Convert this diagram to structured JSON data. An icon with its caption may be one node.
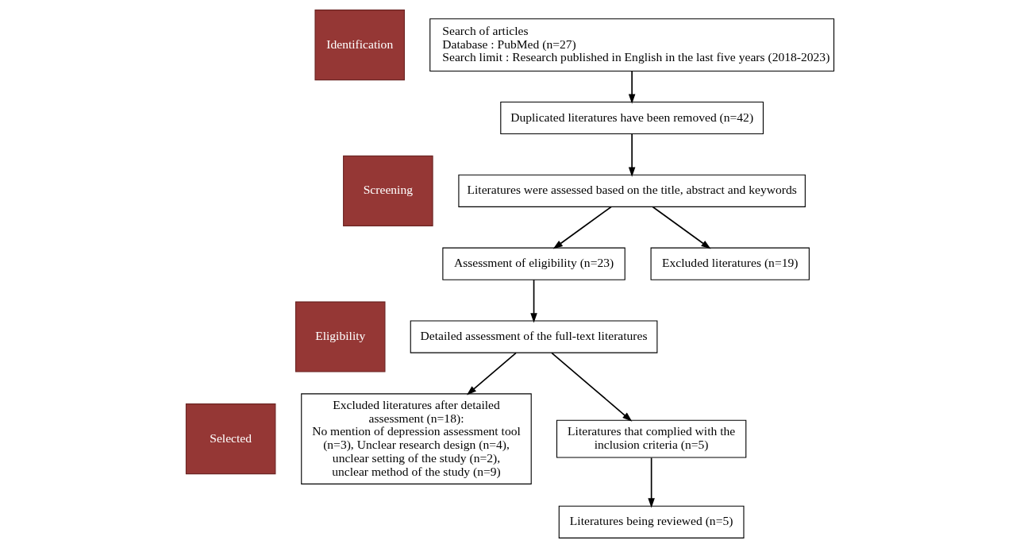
{
  "diagram": {
    "nodes": [
      {
        "text": [
          "Identification"
        ]
      },
      {
        "text": [
          "Screening"
        ]
      },
      {
        "text": [
          "Eligibility"
        ]
      },
      {
        "text": [
          "Selected"
        ]
      },
      {
        "text": [
          "Search of articles",
          "Database : PubMed (n=27)",
          "Search limit : Research published in English in the last five years (2018-2023)"
        ]
      },
      {
        "text": [
          "Duplicated literatures have been removed (n=42)"
        ]
      },
      {
        "text": [
          "Literatures were assessed based on the title, abstract and keywords"
        ]
      },
      {
        "text": [
          "Assessment of eligibility (n=23)"
        ]
      },
      {
        "text": [
          "Excluded literatures (n=19)"
        ]
      },
      {
        "text": [
          "Detailed assessment of the full-text literatures"
        ]
      },
      {
        "text": [
          "Excluded literatures after detailed assessment (n=18):",
          "No mention of depression assessment tool (n=3), Unclear research design (n=4), unclear setting of the study (n=2), unclear method of the study (n=9)"
        ]
      },
      {
        "text": [
          "Literatures that complied with the inclusion criteria (n=5)"
        ]
      },
      {
        "text": [
          "Literatures being reviewed (n=5)"
        ]
      }
    ],
    "edges": [
      {
        "from": 4,
        "to": 5,
        "arrow": "to"
      },
      {
        "from": 5,
        "to": 6,
        "arrow": "to"
      },
      {
        "from": 6,
        "to": 7,
        "arrow": "to"
      },
      {
        "from": 6,
        "to": 8,
        "arrow": "to"
      },
      {
        "from": 7,
        "to": 9,
        "arrow": "to"
      },
      {
        "from": 9,
        "to": 11,
        "arrow": "to"
      },
      {
        "from": 9,
        "to": 10,
        "arrow": "to"
      },
      {
        "from": 11,
        "to": 12,
        "arrow": "to"
      }
    ]
  }
}
